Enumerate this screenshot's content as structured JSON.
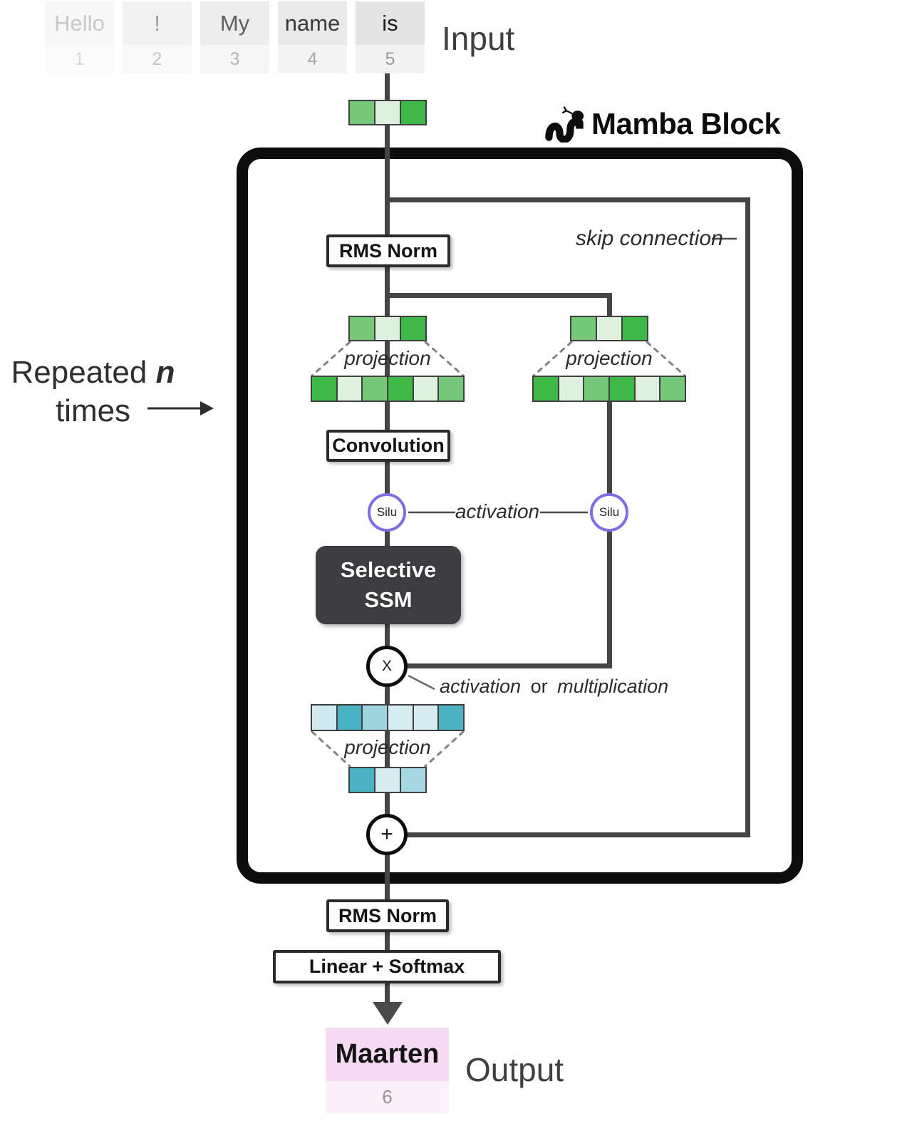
{
  "input": {
    "label": "Input",
    "tokens": [
      {
        "text": "Hello",
        "index": "1"
      },
      {
        "text": "!",
        "index": "2"
      },
      {
        "text": "My",
        "index": "3"
      },
      {
        "text": "name",
        "index": "4"
      },
      {
        "text": "is",
        "index": "5"
      }
    ]
  },
  "block": {
    "title": "Mamba Block",
    "repeated": {
      "prefix": "Repeated ",
      "n": "n",
      "line2": "times"
    },
    "skip_label": "skip connection",
    "rms_norm_label": "RMS Norm",
    "projection_label": "projection",
    "convolution_label": "Convolution",
    "silu_label": "Silu",
    "activation_label": "activation",
    "ssm_line1": "Selective",
    "ssm_line2": "SSM",
    "multiply_symbol": "X",
    "mult_label": {
      "activation": "activation",
      "or": "or",
      "multiplication": "multiplication"
    },
    "add_symbol": "+"
  },
  "output_section": {
    "rms_norm_label": "RMS Norm",
    "linear_softmax_label": "Linear + Softmax",
    "label": "Output",
    "token": {
      "text": "Maarten",
      "index": "6"
    }
  },
  "colors": {
    "line": "#454545",
    "frame": "#0d0d0d",
    "silu_border": "#7e6ee6",
    "ssm_fill": "#3d3d42",
    "output_token_bg": "#f6d9f2"
  },
  "vectors": {
    "green3": [
      "#74c877",
      "#def1de",
      "#3eb847"
    ],
    "green6": [
      "#3eb847",
      "#def1de",
      "#74c877",
      "#3eb847",
      "#def1de",
      "#74c877"
    ],
    "blue6": [
      "#cfe9ef",
      "#4ab2c3",
      "#9fd5de",
      "#d8edf2",
      "#d8edf2",
      "#4ab2c3"
    ],
    "blue3": [
      "#4ab2c3",
      "#d8edf2",
      "#a5d8e0"
    ]
  }
}
